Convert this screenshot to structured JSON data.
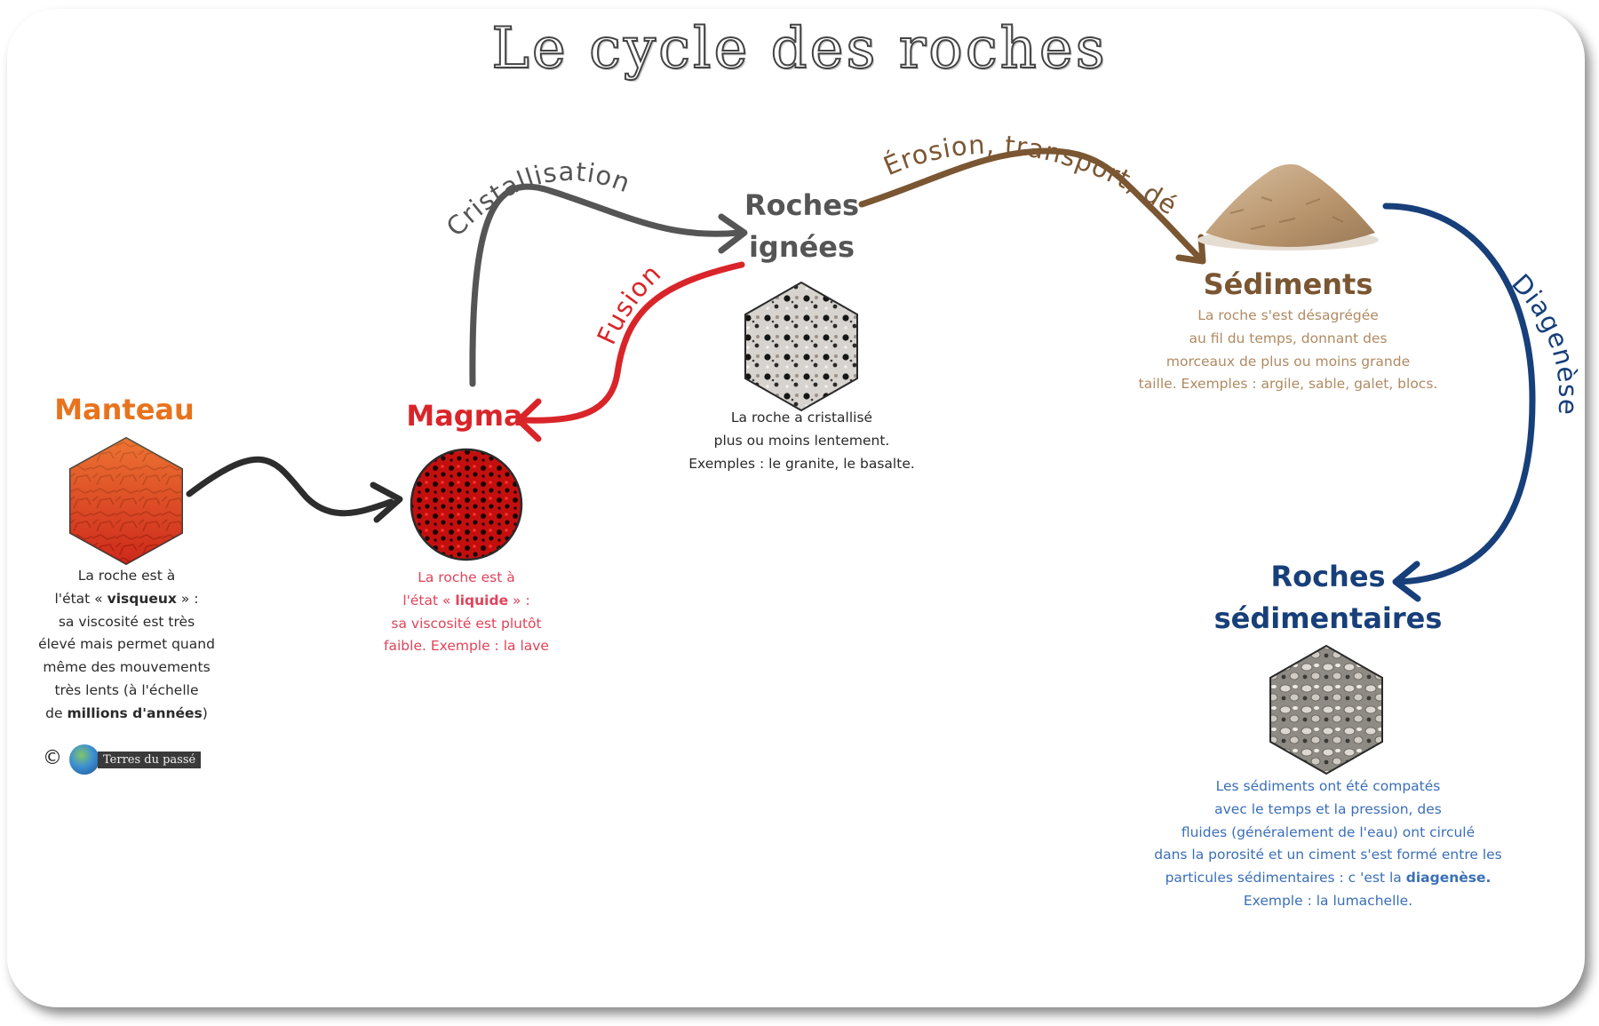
{
  "title": "Le cycle des roches",
  "colors": {
    "manteau": "#e8731e",
    "magma": "#d9252a",
    "magma_text": "#e0435a",
    "ignees": "#555555",
    "sediments": "#7a5632",
    "sediments_text": "#b08a62",
    "sedimentaires": "#173f7a",
    "sedimentaires_text": "#3a6fb8",
    "dark_arrow": "#2d2d2d"
  },
  "nodes": {
    "manteau": {
      "title": "Manteau",
      "desc": [
        "La roche est à",
        "l'état « ",
        "visqueux",
        " » :",
        "sa viscosité est très",
        "élevé mais permet quand",
        "même des mouvements",
        "très lents (à l'échelle",
        "de ",
        "millions d'années",
        ")"
      ]
    },
    "magma": {
      "title": "Magma",
      "desc": [
        "La roche est à",
        "l'état « ",
        "liquide",
        " » :",
        "sa viscosité est plutôt",
        "faible. Exemple : la lave"
      ]
    },
    "ignees": {
      "title_line1": "Roches",
      "title_line2": "ignées",
      "desc": [
        "La roche a cristallisé",
        "plus ou moins lentement.",
        "Exemples : le granite, le basalte."
      ]
    },
    "sediments": {
      "title": "Sédiments",
      "desc": [
        "La roche s'est désagrégée",
        "au fil du temps, donnant des",
        "morceaux de plus ou moins grande",
        "taille. Exemples : argile, sable, galet, blocs."
      ]
    },
    "sedimentaires": {
      "title_line1": "Roches",
      "title_line2": "sédimentaires",
      "desc": [
        "Les sédiments ont été compatés",
        "avec le temps et la pression, des",
        "fluides (généralement de l'eau) ont circulé",
        "dans la porosité et un ciment s'est formé entre les",
        "particules sédimentaires : c 'est la ",
        "diagenèse.",
        "Exemple : la lumachelle."
      ]
    }
  },
  "edges": {
    "cristallisation": "Cristallisation",
    "fusion": "Fusion",
    "erosion": "Érosion, transport, dépôt",
    "diagenese": "Diagenèse"
  },
  "credit": {
    "symbol": "©",
    "label": "Terres du passé"
  }
}
